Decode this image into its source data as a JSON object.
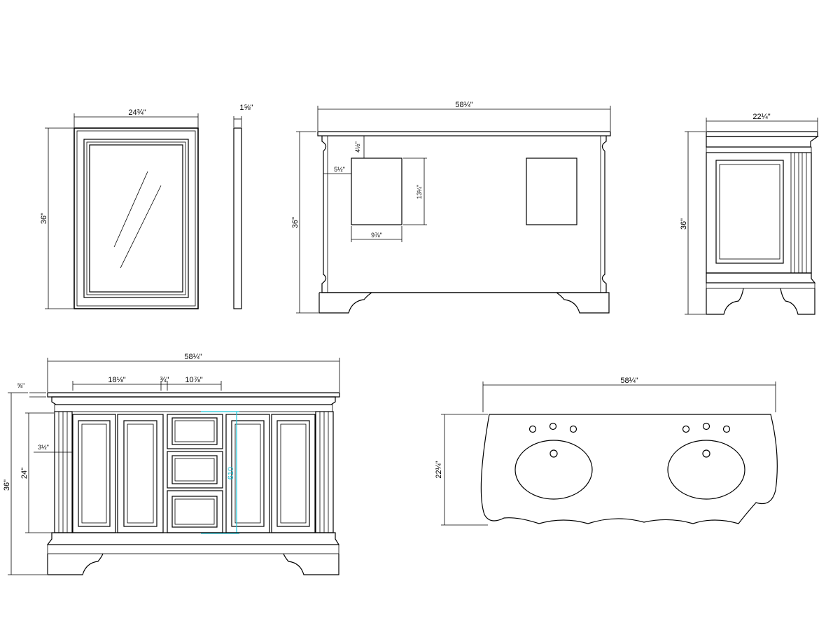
{
  "views": {
    "mirror_front": {
      "width": "24¾\"",
      "height": "36\""
    },
    "mirror_side": {
      "depth": "1⅝\""
    },
    "vanity_back": {
      "width": "58¼\"",
      "height": "36\"",
      "cutout_top": "4½\"",
      "cutout_left": "5½\"",
      "cutout_height": "13¼\"",
      "cutout_width": "9⅞\""
    },
    "vanity_side": {
      "depth": "22¼\"",
      "height": "36\""
    },
    "vanity_front": {
      "width": "58¼\"",
      "top_thickness": "⅝\"",
      "height": "36\"",
      "door_height": "24\"",
      "left_inset": "3½\"",
      "left_section": "18⅛\"",
      "gap": "¾\"",
      "drawer_width": "10⅞\"",
      "metric_label": "610"
    },
    "countertop_top": {
      "width": "58¼\"",
      "depth": "22¼\""
    }
  }
}
